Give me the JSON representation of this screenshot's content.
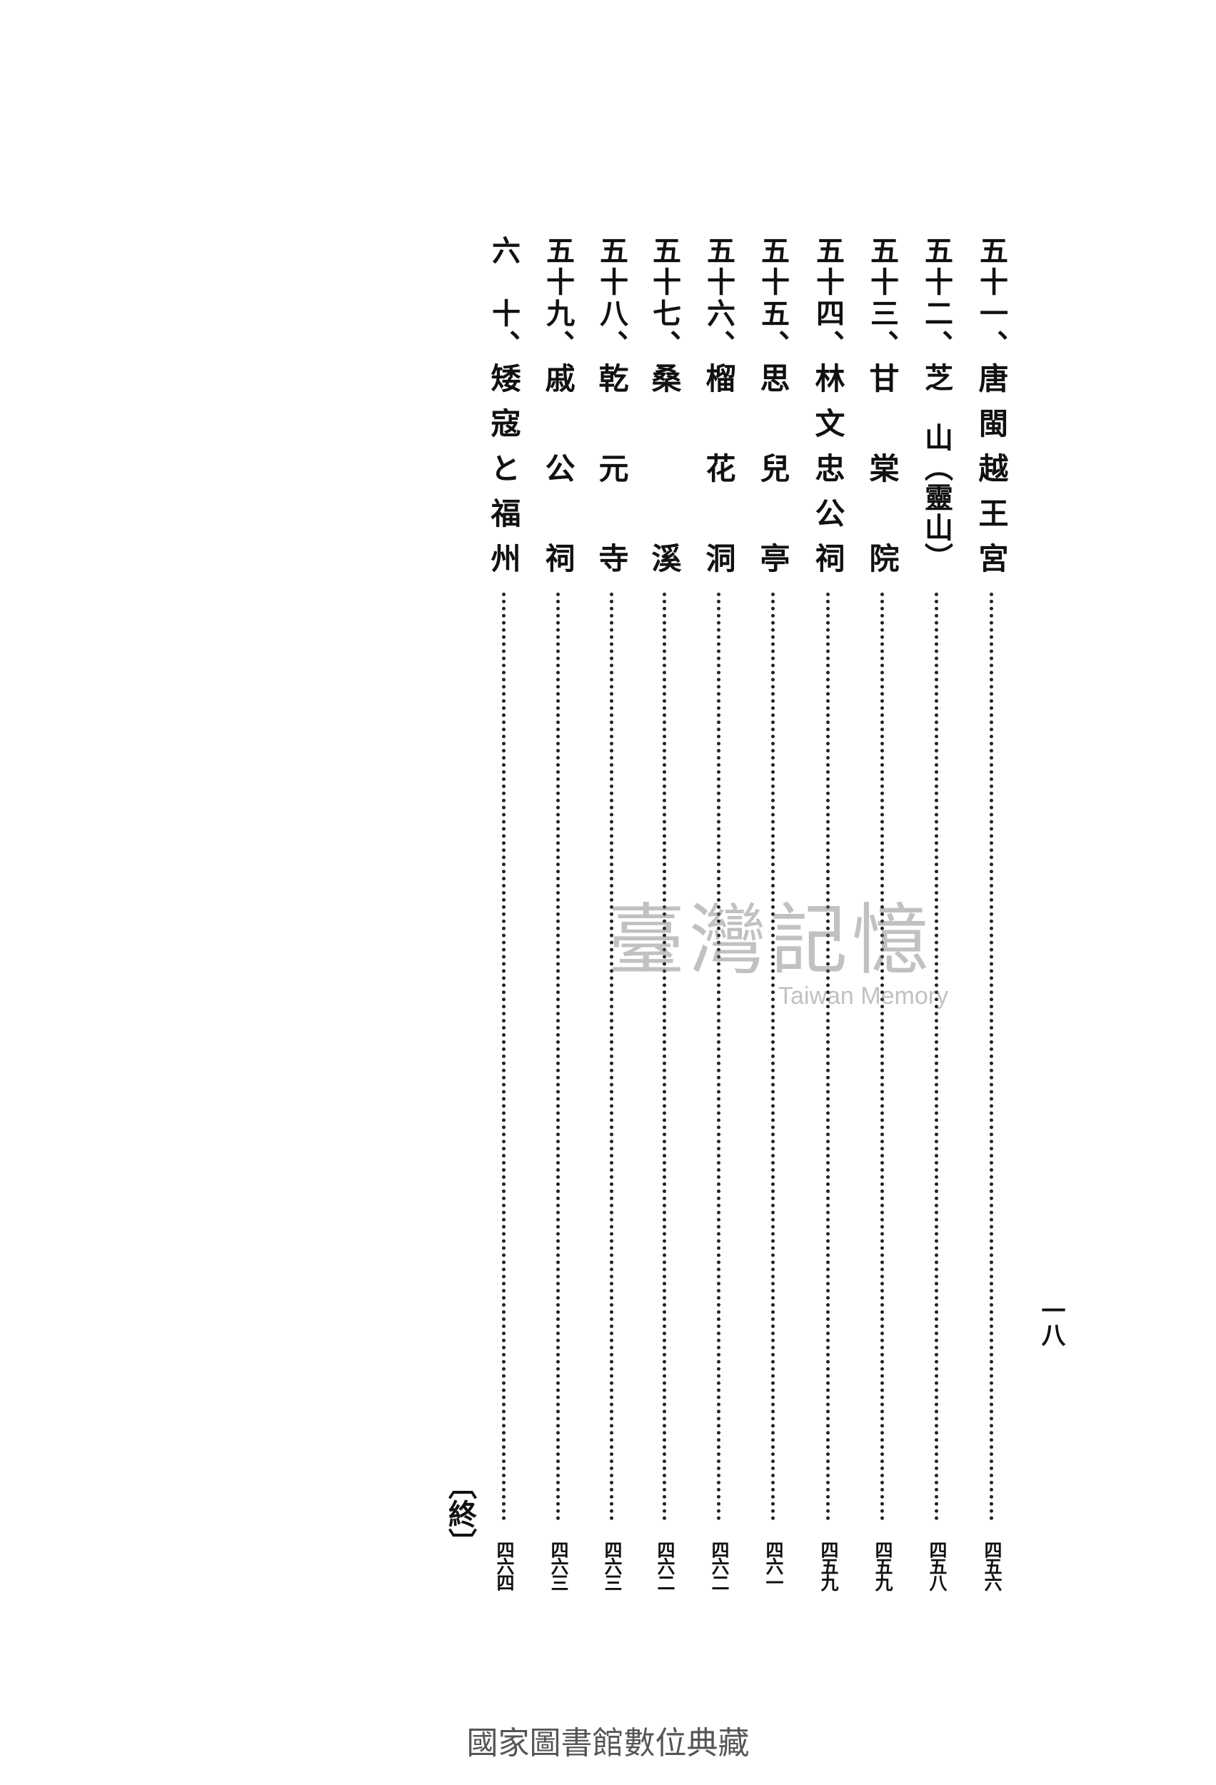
{
  "folio": "一八",
  "entries": [
    {
      "num": "五十一、",
      "title": "唐閩越王宮",
      "page": "四五六"
    },
    {
      "num": "五十二、",
      "title": "芝　山（靈山）",
      "page": "四五八"
    },
    {
      "num": "五十三、",
      "title": "甘　棠　院",
      "page": "四五九"
    },
    {
      "num": "五十四、",
      "title": "林文忠公祠",
      "page": "四五九"
    },
    {
      "num": "五十五、",
      "title": "思　兒　亭",
      "page": "四六一"
    },
    {
      "num": "五十六、",
      "title": "榴　花　洞",
      "page": "四六二"
    },
    {
      "num": "五十七、",
      "title": "桑　　　溪",
      "page": "四六二"
    },
    {
      "num": "五十八、",
      "title": "乾　元　寺",
      "page": "四六三"
    },
    {
      "num": "五十九、",
      "title": "戚　公　祠",
      "page": "四六三"
    },
    {
      "num": "六　十、",
      "title": "矮寇と福州",
      "page": "四六四"
    }
  ],
  "end_mark": "〔終〕",
  "watermark": {
    "zh": "臺灣記憶",
    "en": "Taiwan Memory"
  },
  "footer": "國家圖書館數位典藏"
}
